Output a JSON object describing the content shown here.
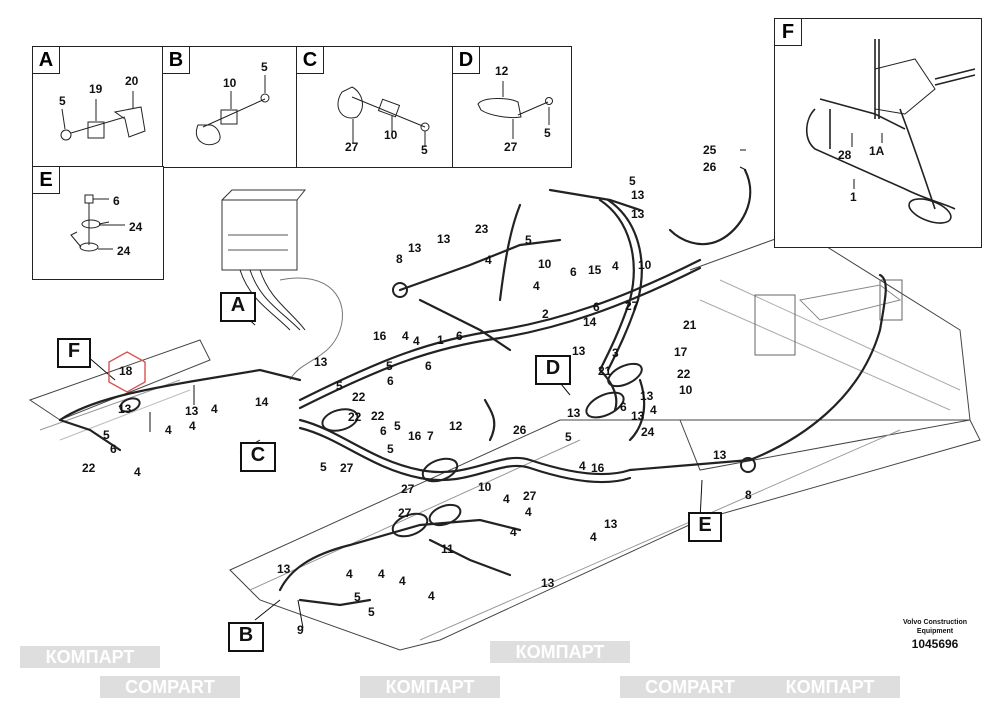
{
  "watermark": {
    "latin": "COMPART",
    "cyrillic": "КОМПАРТ",
    "color": "#c8c8c8"
  },
  "insets": [
    {
      "id": "A",
      "labels": [
        "5",
        "19",
        "20"
      ]
    },
    {
      "id": "B",
      "labels": [
        "10",
        "5"
      ]
    },
    {
      "id": "C",
      "labels": [
        "27",
        "10",
        "5"
      ]
    },
    {
      "id": "D",
      "labels": [
        "12",
        "5",
        "27"
      ]
    },
    {
      "id": "E",
      "labels": [
        "6",
        "24",
        "24"
      ]
    },
    {
      "id": "F",
      "labels": [
        "28",
        "1A",
        "1"
      ]
    }
  ],
  "detail_tags": [
    "A",
    "B",
    "C",
    "D",
    "E",
    "F"
  ],
  "highlight": {
    "label": "18",
    "color": "#d9534f"
  },
  "callouts": [
    "25",
    "26",
    "5",
    "13",
    "23",
    "5",
    "13",
    "13",
    "13",
    "8",
    "4",
    "10",
    "4",
    "6",
    "15",
    "4",
    "10",
    "27",
    "6",
    "4",
    "6",
    "16",
    "4",
    "1",
    "2",
    "14",
    "21",
    "13",
    "17",
    "3",
    "21",
    "22",
    "10",
    "6",
    "5",
    "13",
    "22",
    "22",
    "13",
    "13",
    "4",
    "5",
    "22",
    "5",
    "5",
    "6",
    "16",
    "7",
    "12",
    "26",
    "6",
    "24",
    "13",
    "5",
    "4",
    "10",
    "6",
    "14",
    "5",
    "27",
    "27",
    "27",
    "16",
    "4",
    "4",
    "27",
    "8",
    "4",
    "13",
    "11",
    "4",
    "13",
    "4",
    "4",
    "4",
    "4",
    "13",
    "5",
    "9",
    "5",
    "13",
    "4",
    "13",
    "4",
    "5",
    "22",
    "6",
    "4",
    "13",
    "4"
  ],
  "footer": {
    "maker": "Volvo Construction Equipment",
    "drawing_number": "1045696"
  }
}
